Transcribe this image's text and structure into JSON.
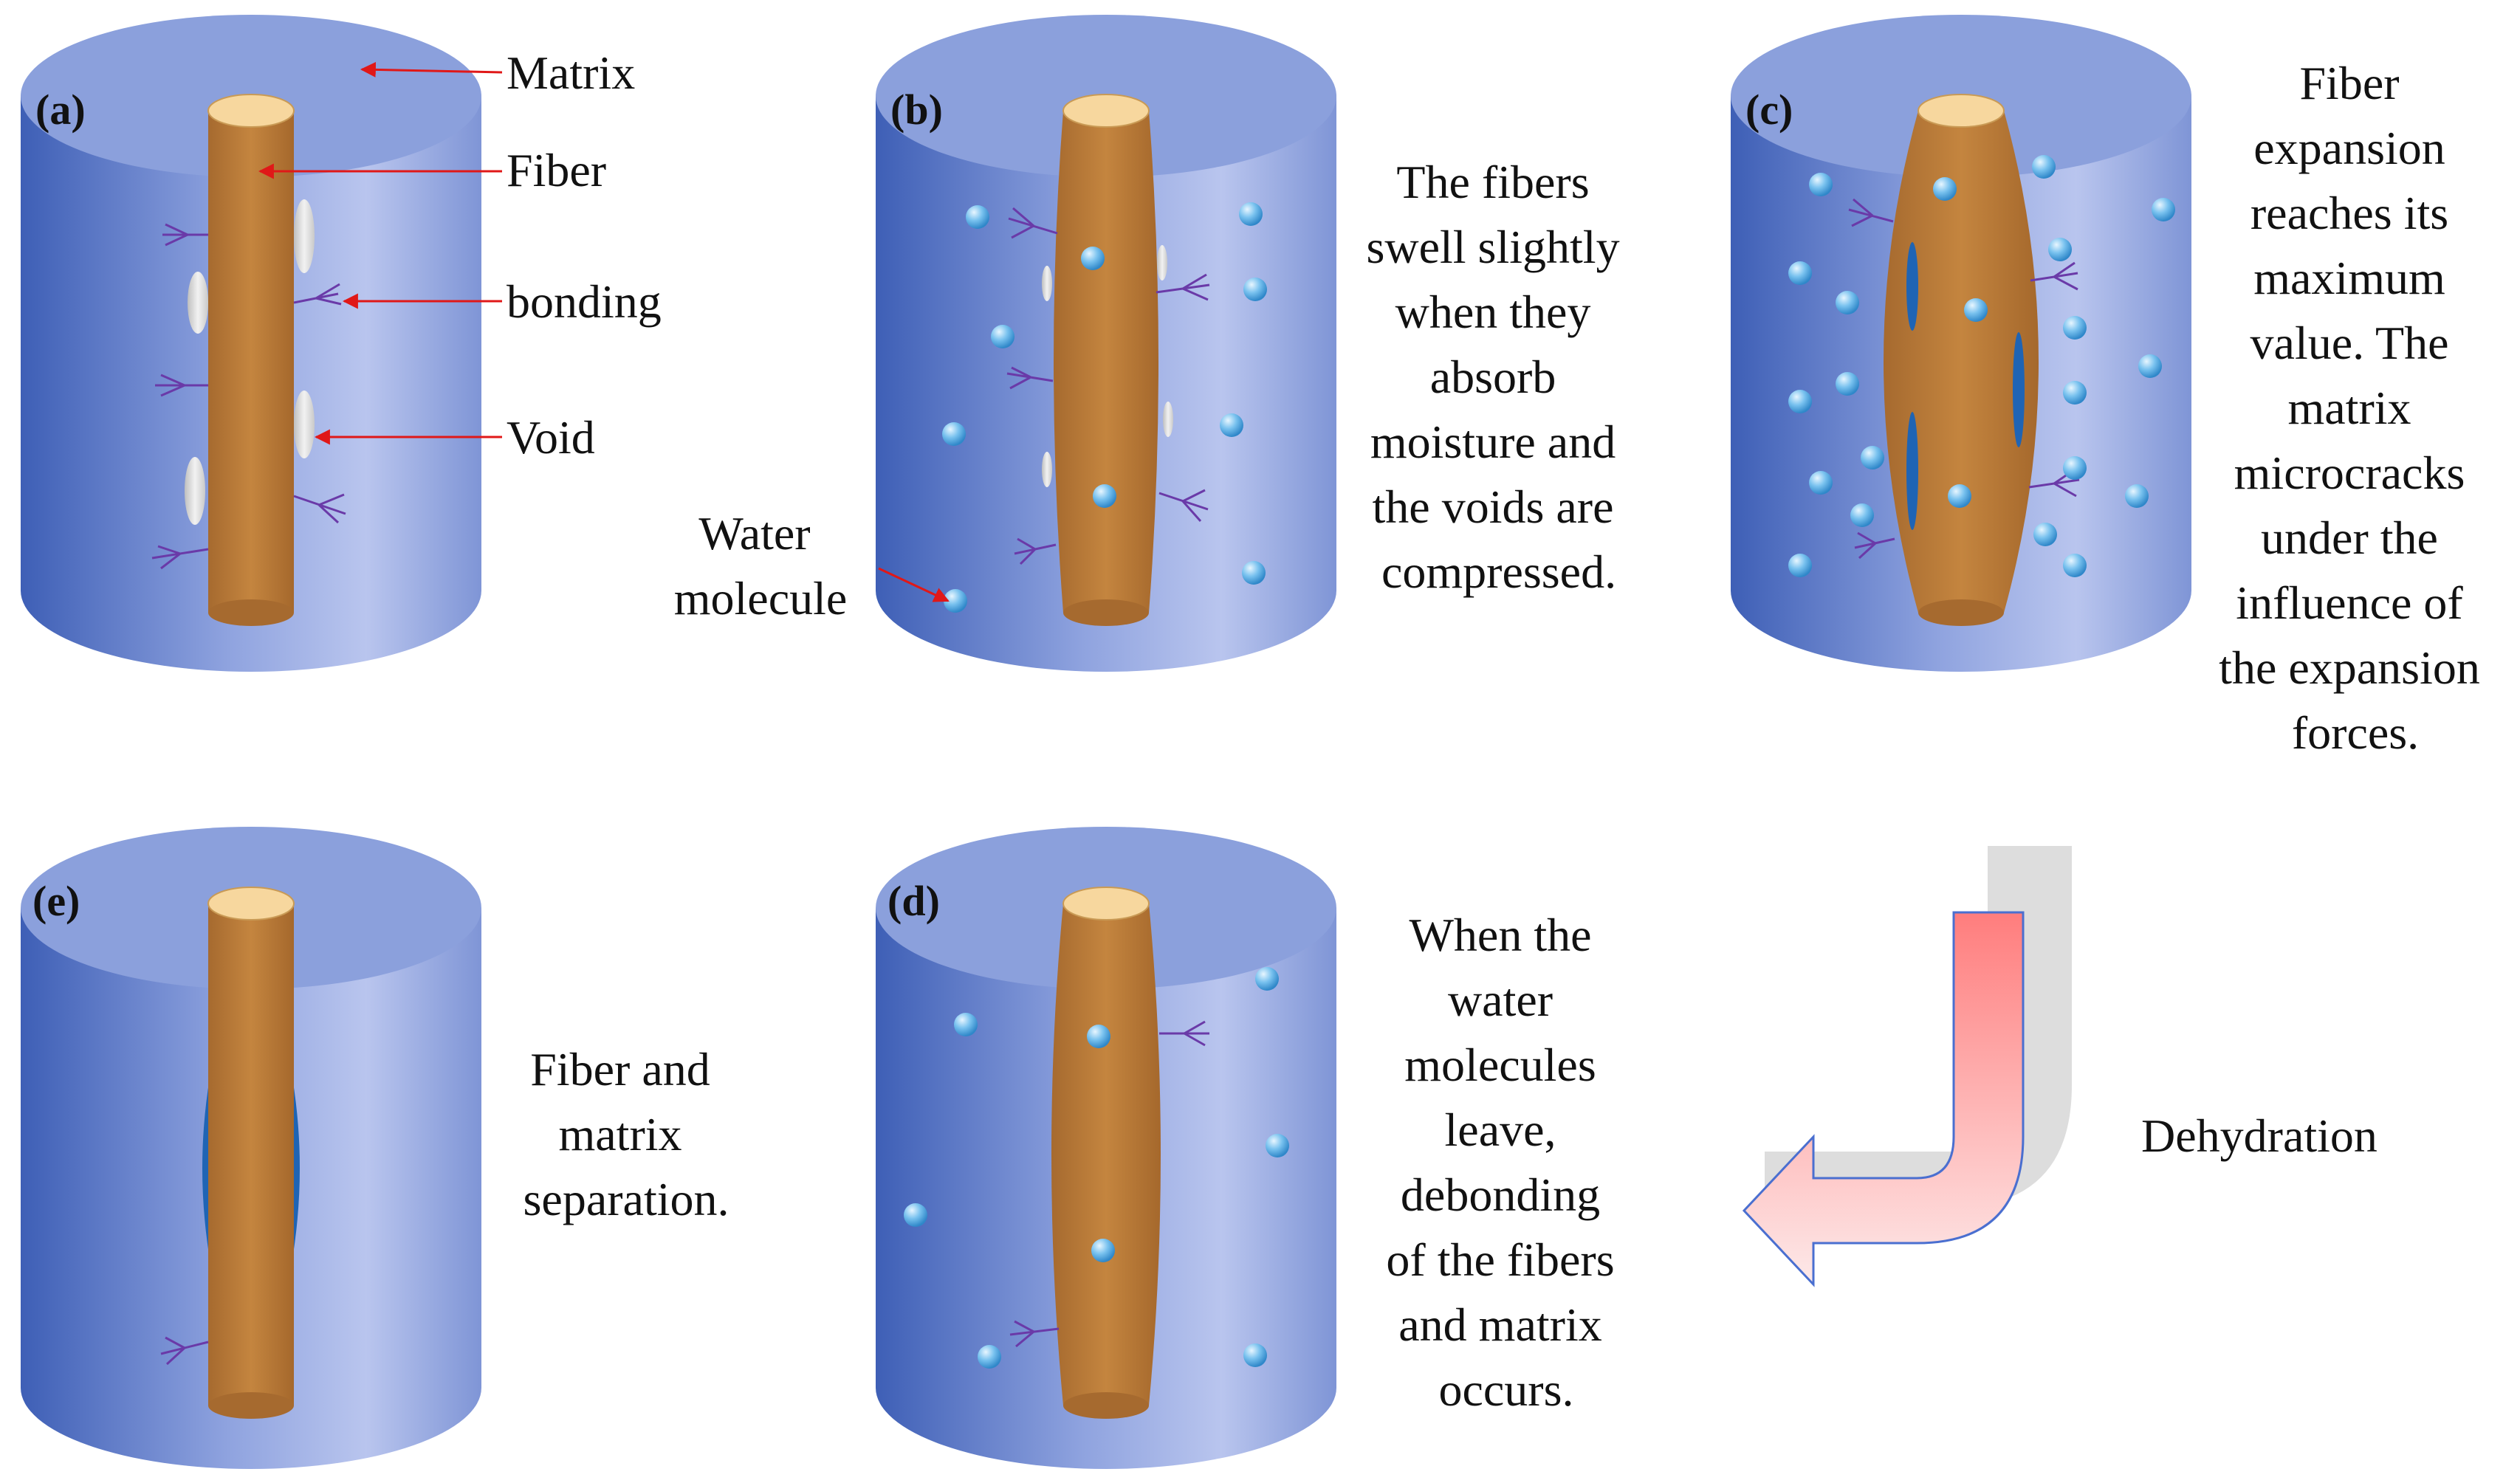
{
  "panels": {
    "a": {
      "letter": "(a)"
    },
    "b": {
      "letter": "(b)",
      "caption": [
        "The fibers",
        "swell slightly",
        "when they",
        "absorb",
        "moisture and",
        "the voids are",
        "compressed."
      ]
    },
    "c": {
      "letter": "(c)",
      "caption": [
        "Fiber",
        "expansion",
        "reaches its",
        "maximum",
        "value. The",
        "matrix",
        "microcracks",
        "under the",
        "influence of",
        "the expansion",
        "forces."
      ]
    },
    "d": {
      "letter": "(d)",
      "caption": [
        "When the",
        "water",
        "molecules",
        "leave,",
        "debonding",
        "of the fibers",
        "and matrix",
        "occurs."
      ]
    },
    "e": {
      "letter": "(e)",
      "caption": [
        "Fiber and",
        "matrix",
        "separation."
      ]
    }
  },
  "labels": {
    "matrix": "Matrix",
    "fiber": "Fiber",
    "bonding": "bonding",
    "void": "Void",
    "water_molecule": [
      "Water",
      "molecule"
    ]
  },
  "arrow": {
    "label": "Dehydration"
  },
  "colors": {
    "matrix_light": "#b7c3ec",
    "matrix_dark": "#3e5fb6",
    "matrix_top": "#8ba0dc",
    "fiber": "#b9793a",
    "fiber_top": "#f7d79e",
    "water": "#5fb2e6",
    "crack": "#1f64b4",
    "bonding": "#6a3aa8",
    "pointer": "#e01818"
  }
}
